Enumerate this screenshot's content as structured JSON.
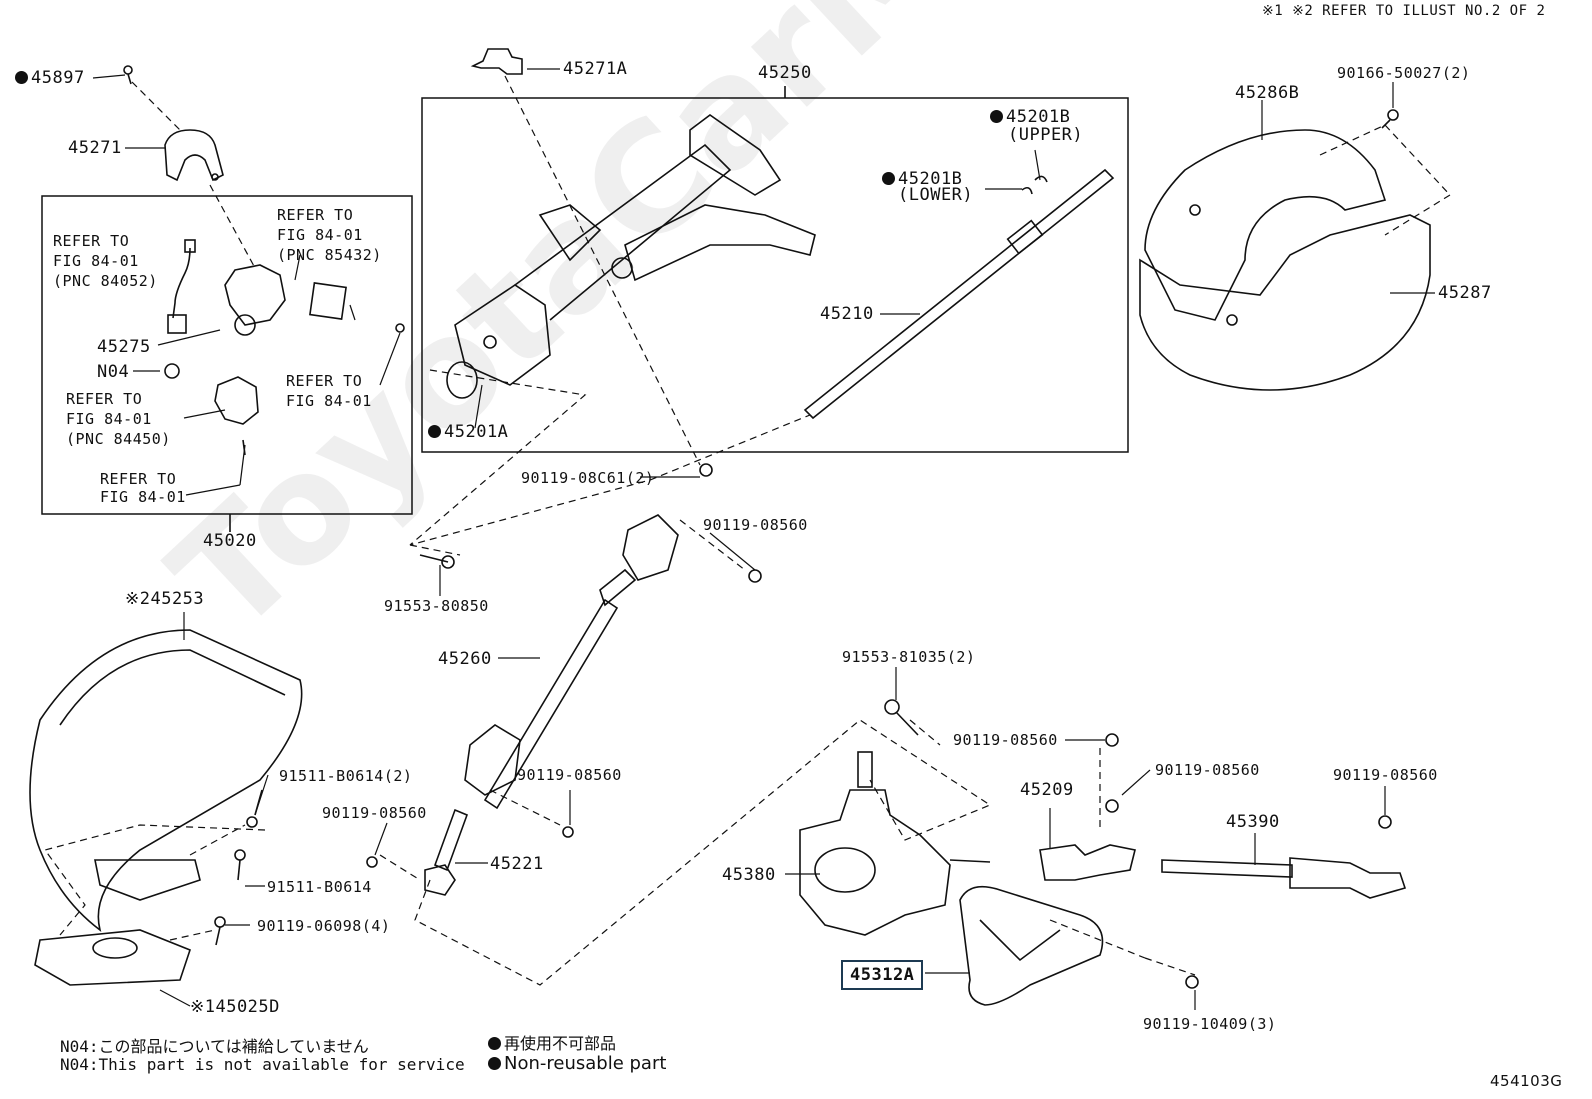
{
  "header_note": "※1 ※2  REFER TO ILLUST NO.2 OF 2",
  "figure_code": "454103G",
  "watermark": "ToyotaCarMine.ru",
  "labels": {
    "p45897": "45897",
    "p45271": "45271",
    "p45271a": "45271A",
    "p45250": "45250",
    "p45201b_upper": "45201B",
    "upper": "(UPPER)",
    "p45201b_lower": "45201B",
    "lower": "(LOWER)",
    "p45286b": "45286B",
    "p90166": "90166-50027(2)",
    "p45287": "45287",
    "p45210": "45210",
    "p45201a": "45201A",
    "p90119_08c61": "90119-08C61(2)",
    "p45020": "45020",
    "p90119_08560_a": "90119-08560",
    "p91553_80850": "91553-80850",
    "p45253": "※245253",
    "p45260": "45260",
    "p91553_81035": "91553-81035(2)",
    "p90119_08560_b": "90119-08560",
    "p90119_08560_c": "90119-08560",
    "p90119_08560_d": "90119-08560",
    "p90119_08560_e": "90119-08560",
    "p90119_08560_f": "90119-08560",
    "p45209": "45209",
    "p45390": "45390",
    "p91511_b0614_2": "91511-B0614(2)",
    "p91511_b0614": "91511-B0614",
    "p90119_06098": "90119-06098(4)",
    "p45221": "45221",
    "p45380": "45380",
    "p45312a": "45312A",
    "p90119_10409": "90119-10409(3)",
    "p45025d": "※145025D",
    "p45275": "45275",
    "pN04": "N04"
  },
  "refer_labels": {
    "r1_l1": "REFER TO",
    "r1_l2": "FIG 84-01",
    "r1_l3": "(PNC 84052)",
    "r2_l1": "REFER TO",
    "r2_l2": "FIG 84-01",
    "r2_l3": "(PNC 85432)",
    "r3_l1": "REFER TO",
    "r3_l2": "FIG 84-01",
    "r4_l1": "REFER TO",
    "r4_l2": "FIG 84-01",
    "r4_l3": "(PNC 84450)",
    "r5_l1": "REFER TO",
    "r5_l2": "FIG 84-01"
  },
  "notes": {
    "n04_jp": "N04:この部品については補給していません",
    "n04_en": "N04:This part is not available for service",
    "nonreuse_jp": "再使用不可部品",
    "nonreuse_en": "Non-reusable part"
  }
}
